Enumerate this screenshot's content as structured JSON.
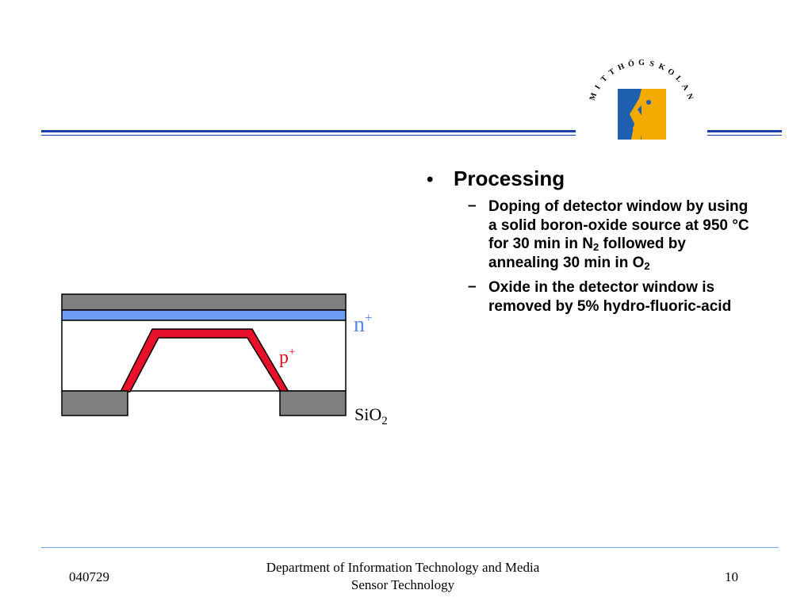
{
  "logo": {
    "name": "mitthogskolan-logo-icon",
    "letters": [
      "M",
      "I",
      "T",
      "T",
      "H",
      "Ö",
      "G",
      "S",
      "K",
      "O",
      "L",
      "A",
      "N"
    ],
    "colors": {
      "blue": "#1e5fb0",
      "yellow": "#f2a900"
    }
  },
  "content": {
    "bullet_marker": "•",
    "heading": "Processing",
    "dash": "–",
    "items": [
      {
        "parts": [
          "Doping of detector window by using a solid boron-oxide source at 950 °C for 30 min in N",
          "2",
          " followed by annealing 30 min in O",
          "2"
        ]
      },
      {
        "text": "Oxide in the detector window is removed by 5% hydro-fluoric-acid"
      }
    ]
  },
  "diagram": {
    "labels": {
      "n_base": "n",
      "n_sup": "+",
      "p_base": "p",
      "p_sup": "+",
      "sio_base": "SiO",
      "sio_sub": "2"
    },
    "colors": {
      "oxide": "#808080",
      "n_layer": "#6d9cf5",
      "p_layer": "#e8102a",
      "n_label": "#5b86e5",
      "p_label": "#d91020"
    }
  },
  "footer": {
    "date": "040729",
    "dept": "Department of Information Technology and Media",
    "course": "Sensor Technology",
    "page": "10"
  },
  "theme": {
    "rule_color": "#1a3fa0",
    "footer_rule_color": "#7f9fe8"
  }
}
